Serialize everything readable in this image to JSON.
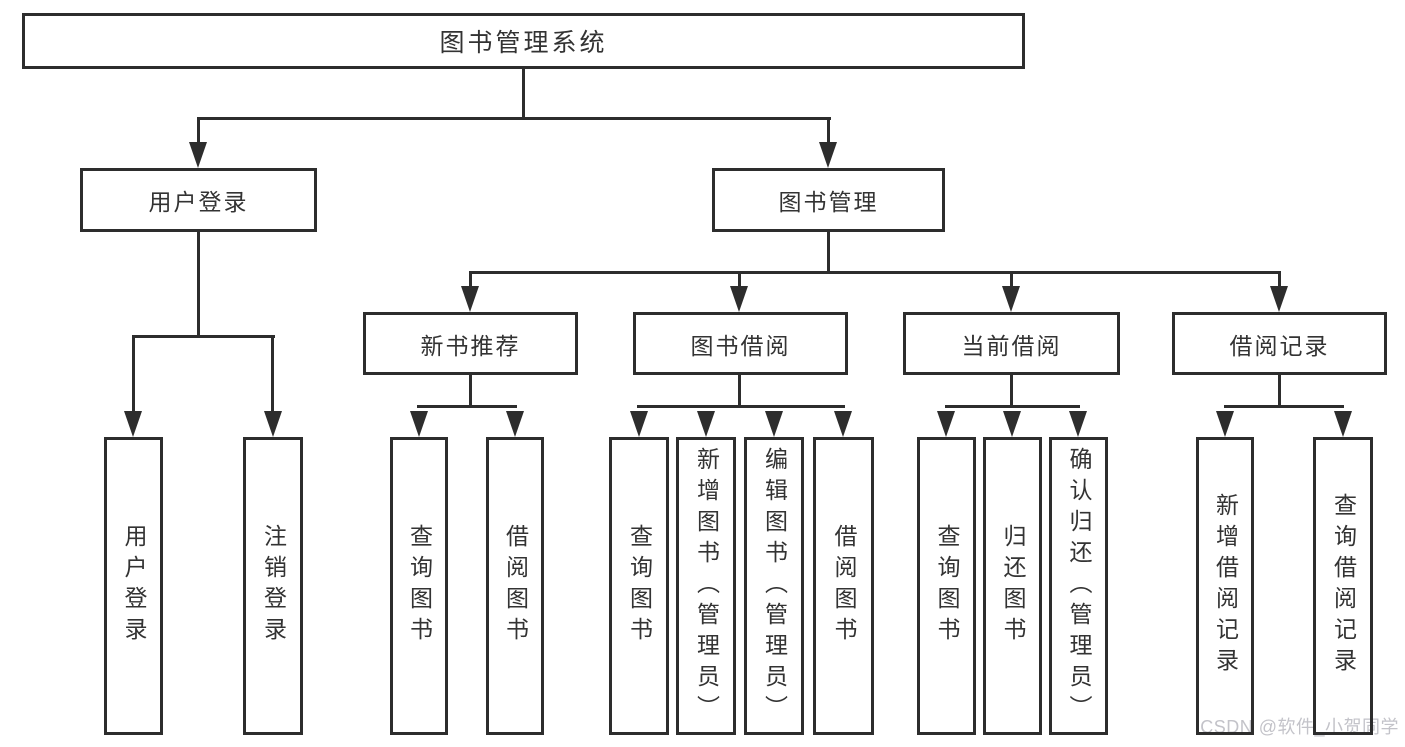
{
  "tree": {
    "label": "图书管理系统",
    "children": [
      {
        "label": "用户登录",
        "children": [
          {
            "label": "用户登录"
          },
          {
            "label": "注销登录"
          }
        ]
      },
      {
        "label": "图书管理",
        "children": [
          {
            "label": "新书推荐",
            "children": [
              {
                "label": "查询图书"
              },
              {
                "label": "借阅图书"
              }
            ]
          },
          {
            "label": "图书借阅",
            "children": [
              {
                "label": "查询图书"
              },
              {
                "label": "新增图书（管理员）"
              },
              {
                "label": "编辑图书（管理员）"
              },
              {
                "label": "借阅图书"
              }
            ]
          },
          {
            "label": "当前借阅",
            "children": [
              {
                "label": "查询图书"
              },
              {
                "label": "归还图书"
              },
              {
                "label": "确认归还（管理员）"
              }
            ]
          },
          {
            "label": "借阅记录",
            "children": [
              {
                "label": "新增借阅记录"
              },
              {
                "label": "查询借阅记录"
              }
            ]
          }
        ]
      }
    ]
  },
  "watermark": {
    "text": "CSDN @软件_小贺同学"
  },
  "colors": {
    "line": "#2d2d2d",
    "text": "#333333",
    "background": "#ffffff",
    "watermark": "#c3c3c9"
  }
}
